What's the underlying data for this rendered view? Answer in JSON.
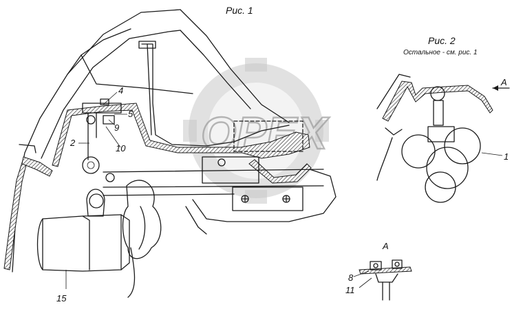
{
  "figure1": {
    "title": "Рис. 1"
  },
  "figure2": {
    "title": "Рис. 2",
    "subtitle": "Остальное - см. рис. 1"
  },
  "view_a": {
    "arrow_label": "A",
    "view_label": "A"
  },
  "callouts": {
    "c1": "1",
    "c2": "2",
    "c4": "4",
    "c5": "5",
    "c8": "8",
    "c9": "9",
    "c10": "10",
    "c11": "11",
    "c15": "15"
  },
  "watermark": {
    "text": "ОРЕХ"
  }
}
